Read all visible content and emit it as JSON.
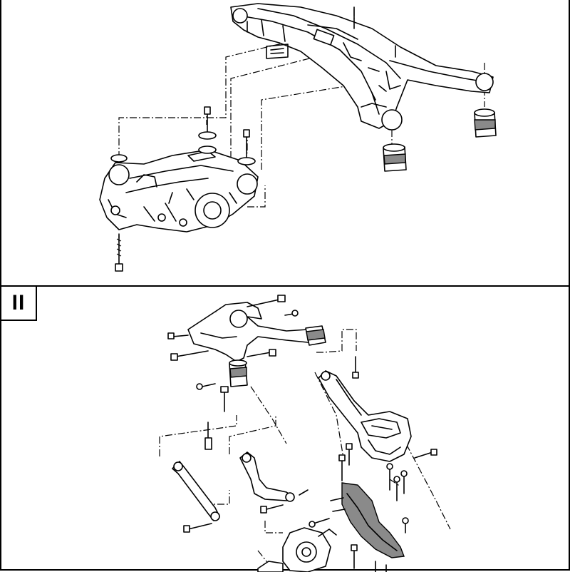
{
  "panels": [
    {
      "id": "upper",
      "label": ""
    },
    {
      "id": "lower",
      "label": "II"
    }
  ]
}
